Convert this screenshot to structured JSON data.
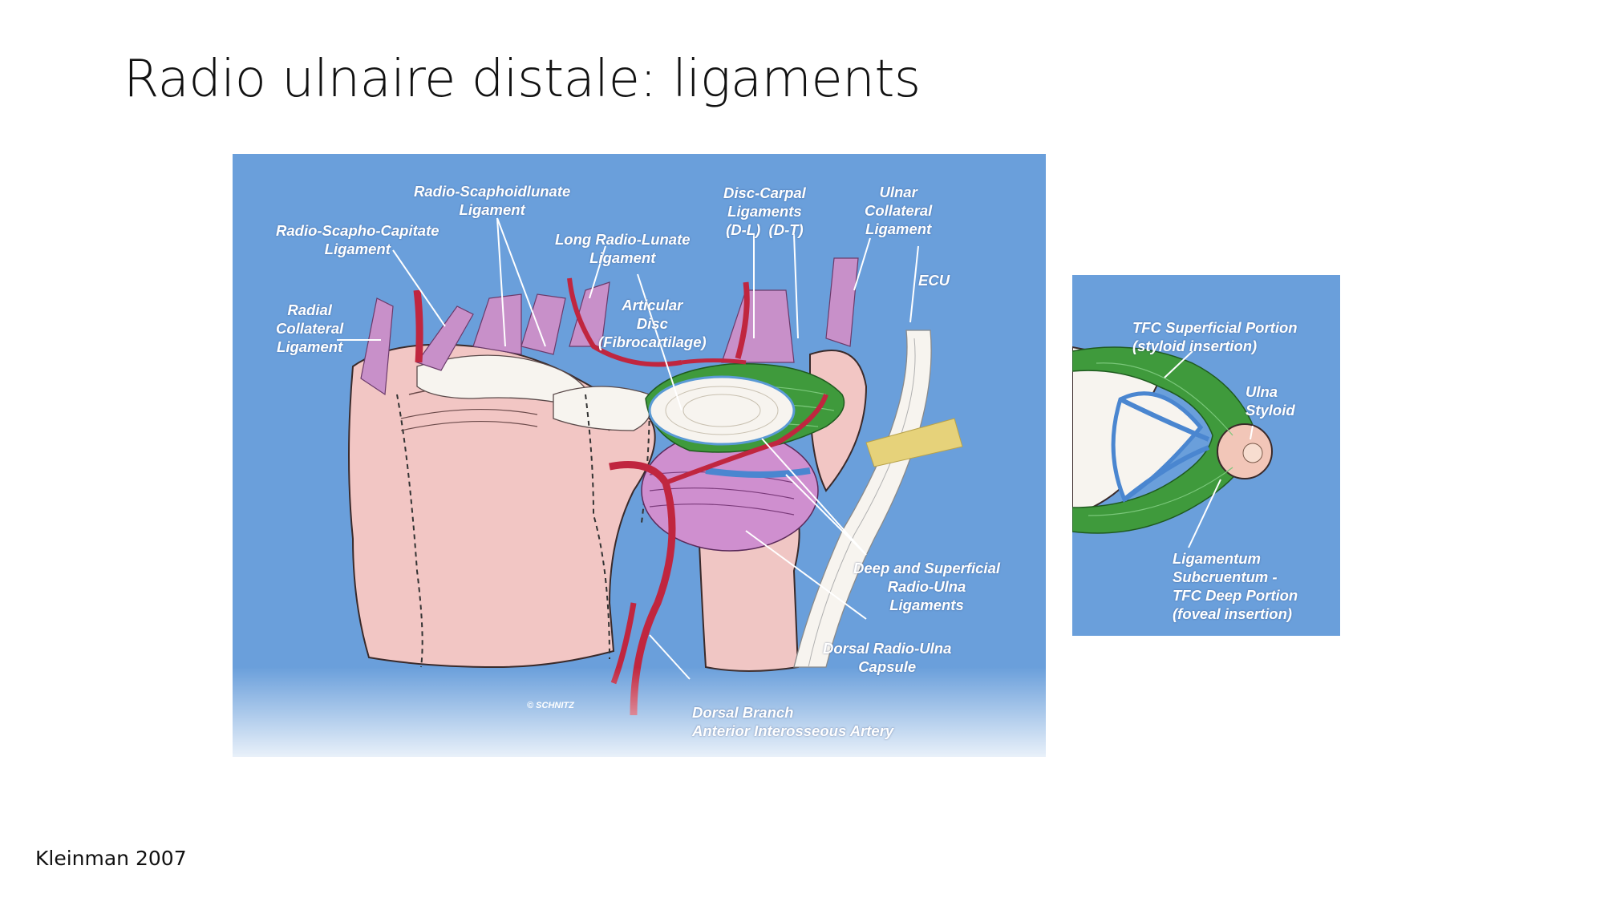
{
  "slide": {
    "title": "Radio ulnaire distale: ligaments",
    "citation": "Kleinman 2007"
  },
  "colors": {
    "figure_background": "#6a9fdb",
    "bone": "#f2c6c4",
    "ligament_green": "#3f9a3c",
    "artery_red": "#c0263f",
    "ligament_purple": "#c890c9",
    "cartilage": "#f7f4ef"
  },
  "main_figure": {
    "credit": "© SCHNITZ",
    "labels": {
      "radio_scaphoidlunate": "Radio-Scaphoidlunate\nLigament",
      "radio_scapho_capitate": "Radio-Scapho-Capitate\nLigament",
      "long_radio_lunate": "Long Radio-Lunate\nLigament",
      "disc_carpal": "Disc-Carpal\nLigaments\n(D-L)  (D-T)",
      "ulnar_collateral": "Ulnar\nCollateral\nLigament",
      "ecu": "ECU",
      "radial_collateral": "Radial\nCollateral\nLigament",
      "articular_disc": "Articular\nDisc\n(Fibrocartilage)",
      "radio_ulna_ligaments": "Deep and Superficial\nRadio-Ulna\nLigaments",
      "dorsal_capsule": "Dorsal Radio-Ulna\nCapsule",
      "dorsal_branch": "Dorsal Branch\nAnterior Interosseous Artery"
    }
  },
  "inset_figure": {
    "labels": {
      "tfc_superficial": "TFC Superficial Portion\n(styloid insertion)",
      "ulna_styloid": "Ulna\nStyloid",
      "ligamentum": "Ligamentum\nSubcruentum -\nTFC Deep Portion\n(foveal insertion)"
    }
  }
}
